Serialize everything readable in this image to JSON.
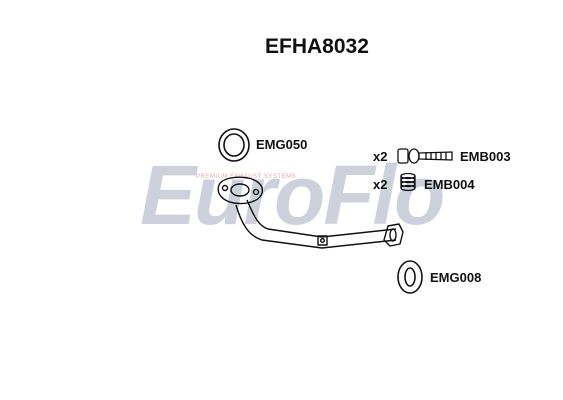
{
  "diagram": {
    "title": "EFHA8032",
    "watermark": {
      "brand": "EuroFlo",
      "tagline": "PREMIUM EXHAUST SYSTEMS"
    },
    "parts": [
      {
        "code": "EMG050",
        "qty": ""
      },
      {
        "code": "EMB003",
        "qty": "x2"
      },
      {
        "code": "EMB004",
        "qty": "x2"
      },
      {
        "code": "EMG008",
        "qty": ""
      }
    ],
    "colors": {
      "line": "#111111",
      "watermark": "#c9ccd8",
      "watermark_accent": "#e3a0a8"
    }
  }
}
